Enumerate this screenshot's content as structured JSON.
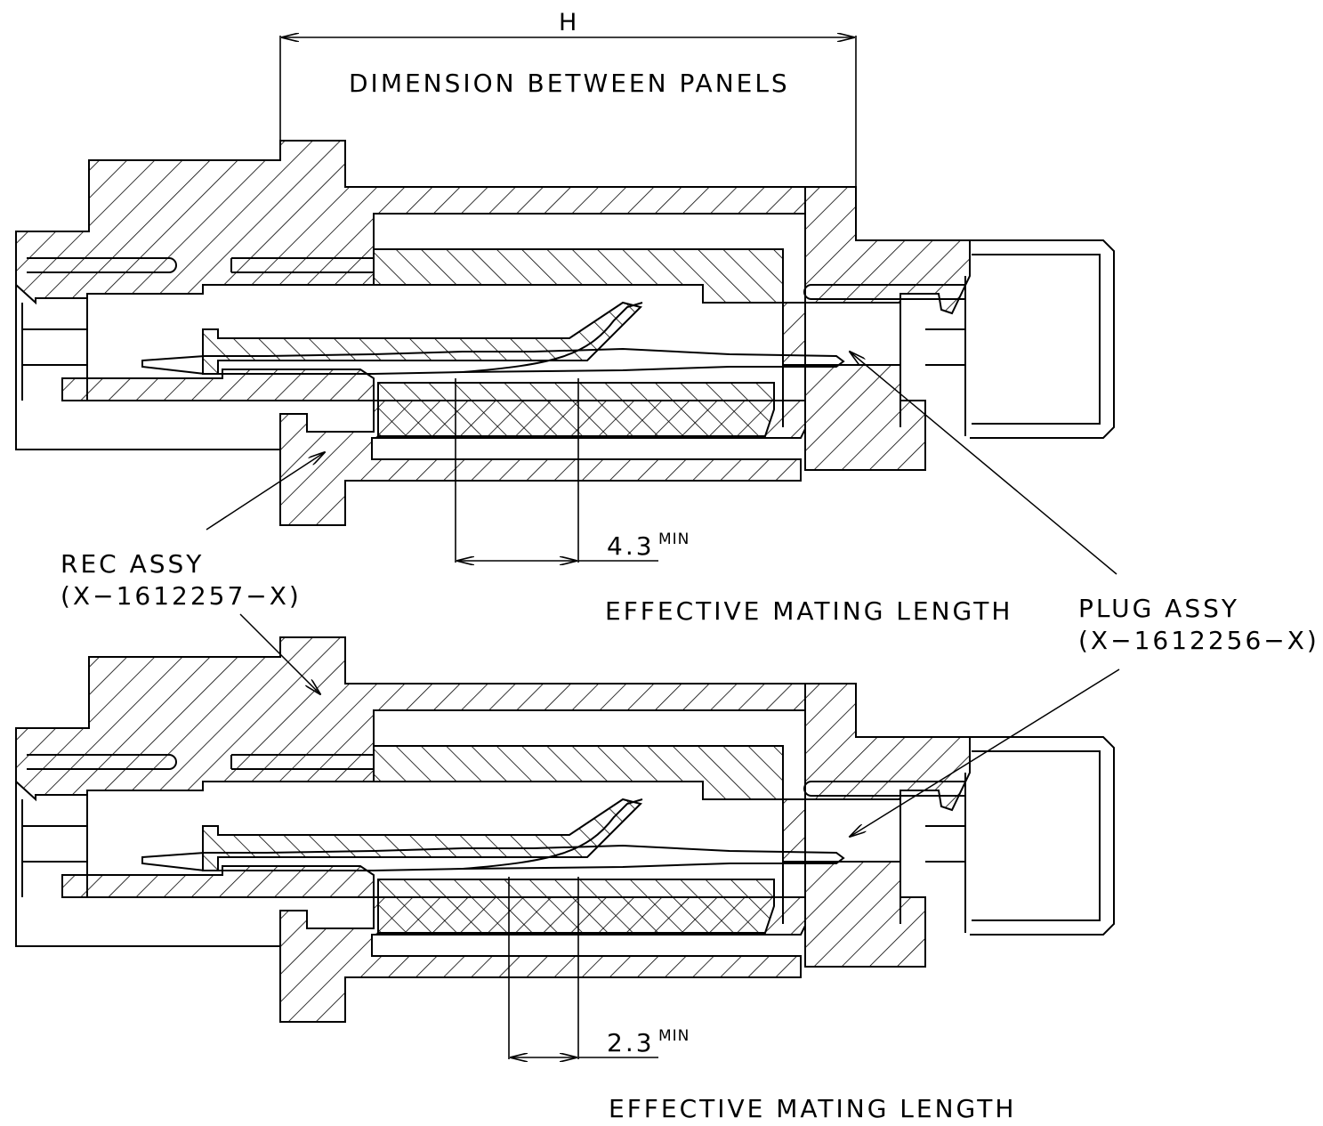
{
  "labels": {
    "h": "H",
    "dimension": "DIMENSION BETWEEN PANELS",
    "rec_assy": "REC ASSY",
    "rec_part": "(X−1612257−X)",
    "plug_assy": "PLUG ASSY",
    "plug_part": "(X−1612256−X)",
    "top_value": "4.3",
    "top_min": "MIN",
    "top_eml": "EFFECTIVE MATING LENGTH",
    "bottom_value": "2.3",
    "bottom_min": "MIN",
    "bottom_eml": "EFFECTIVE MATING LENGTH"
  },
  "colors": {
    "line": "#000000",
    "background": "#ffffff"
  }
}
